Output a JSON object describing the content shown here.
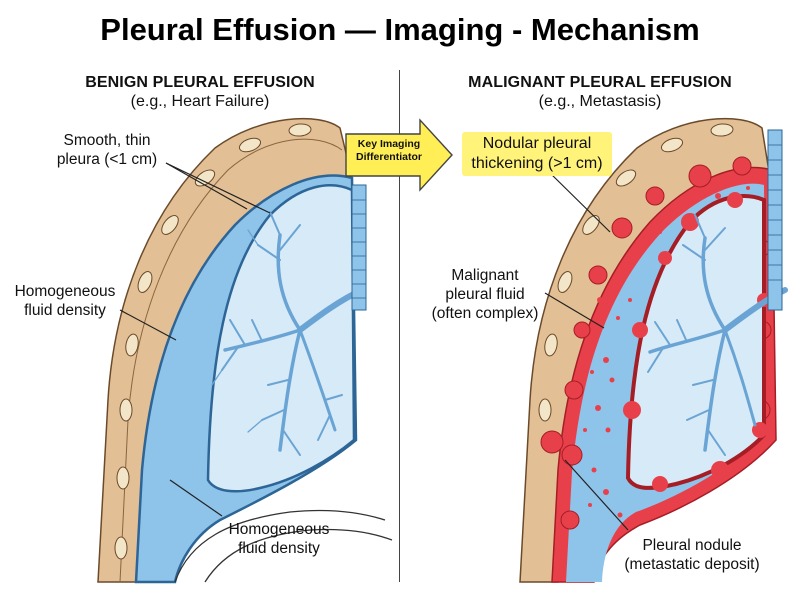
{
  "title": "Pleural Effusion — Imaging - Mechanism",
  "left": {
    "heading": "BENIGN PLEURAL EFFUSION",
    "subheading": "(e.g., Heart Failure)",
    "labels": {
      "pleura_line1": "Smooth, thin",
      "pleura_line2": "pleura (<1 cm)",
      "fluid_upper_line1": "Homogeneous",
      "fluid_upper_line2": "fluid density",
      "fluid_lower_line1": "Homogeneous",
      "fluid_lower_line2": "fluid density"
    }
  },
  "right": {
    "heading": "MALIGNANT PLEURAL EFFUSION",
    "subheading": "(e.g., Metastasis)",
    "labels": {
      "thickening_line1": "Nodular pleural",
      "thickening_line2": "thickening (>1 cm)",
      "fluid_line1": "Malignant",
      "fluid_line2": "pleural fluid",
      "fluid_line3": "(often complex)",
      "nodule_line1": "Pleural nodule",
      "nodule_line2": "(metastatic deposit)"
    }
  },
  "arrow": {
    "line1": "Key Imaging",
    "line2": "Differentiator"
  },
  "colors": {
    "fluid": "#8ec3ea",
    "lung": "#d6eaf8",
    "pleura_dark": "#2d6596",
    "tumor": "#e8404a",
    "chest_wall": "#d9b48a",
    "highlight": "#fff37a"
  }
}
